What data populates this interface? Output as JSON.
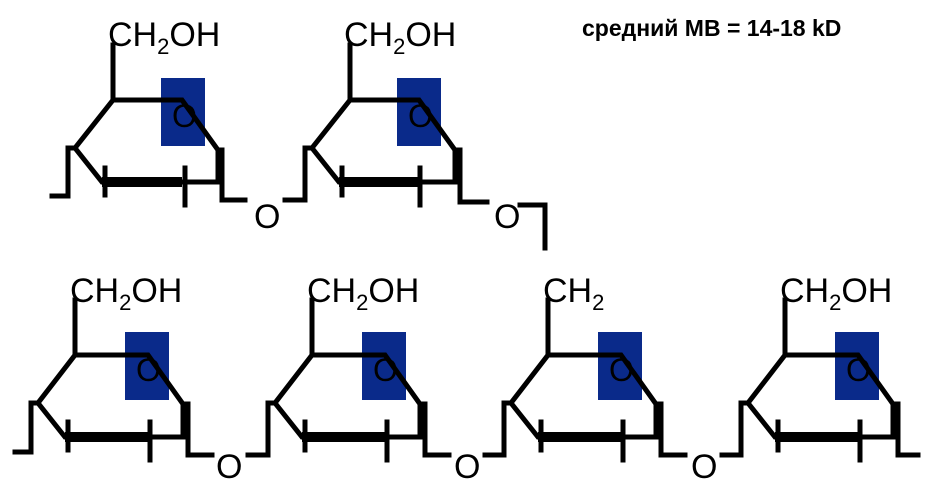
{
  "molecular_weight_text": "средний МВ = 14-18 kD",
  "ring_oxygen": "O",
  "linker_oxygen": "O",
  "rings": [
    {
      "label_main": "CH",
      "label_sub": "2",
      "label_tail": "OH"
    },
    {
      "label_main": "CH",
      "label_sub": "2",
      "label_tail": "OH"
    },
    {
      "label_main": "CH",
      "label_sub": "2",
      "label_tail": "OH"
    },
    {
      "label_main": "CH",
      "label_sub": "2",
      "label_tail": "OH"
    },
    {
      "label_main": "CH",
      "label_sub": "2",
      "label_tail": ""
    },
    {
      "label_main": "CH",
      "label_sub": "2",
      "label_tail": "OH"
    }
  ],
  "colors": {
    "ring_oxygen_box": "#0a2a8a",
    "line": "#000000"
  }
}
